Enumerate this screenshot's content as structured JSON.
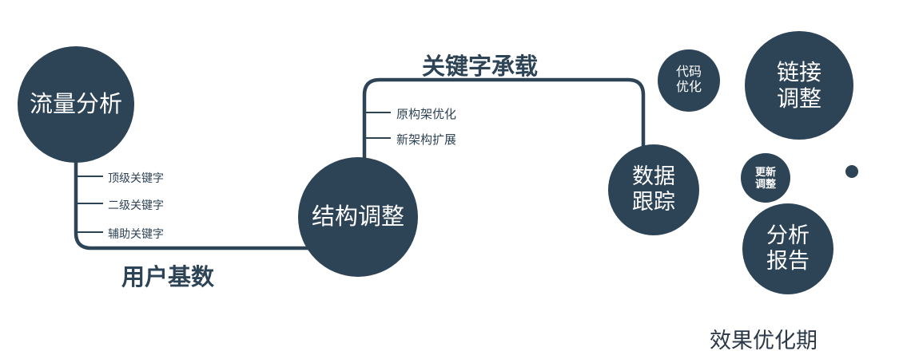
{
  "colors": {
    "primary": "#2d4356",
    "text_on_circle": "#ffffff",
    "background": "#ffffff"
  },
  "nodes": {
    "traffic": {
      "label": "流量分析"
    },
    "structure": {
      "label": "结构调整"
    },
    "tracking": {
      "line1": "数据",
      "line2": "跟踪"
    },
    "code": {
      "line1": "代码",
      "line2": "优化"
    },
    "link": {
      "line1": "链接",
      "line2": "调整"
    },
    "update": {
      "line1": "更新",
      "line2": "调整"
    },
    "report": {
      "line1": "分析",
      "line2": "报告"
    }
  },
  "edges": {
    "user_base_label": "用户基数",
    "keyword_label": "关键字承载"
  },
  "branches": {
    "traffic": [
      "顶级关键字",
      "二级关键字",
      "辅助关键字"
    ],
    "structure": [
      "原构架优化",
      "新架构扩展"
    ]
  },
  "caption": "效果优化期"
}
